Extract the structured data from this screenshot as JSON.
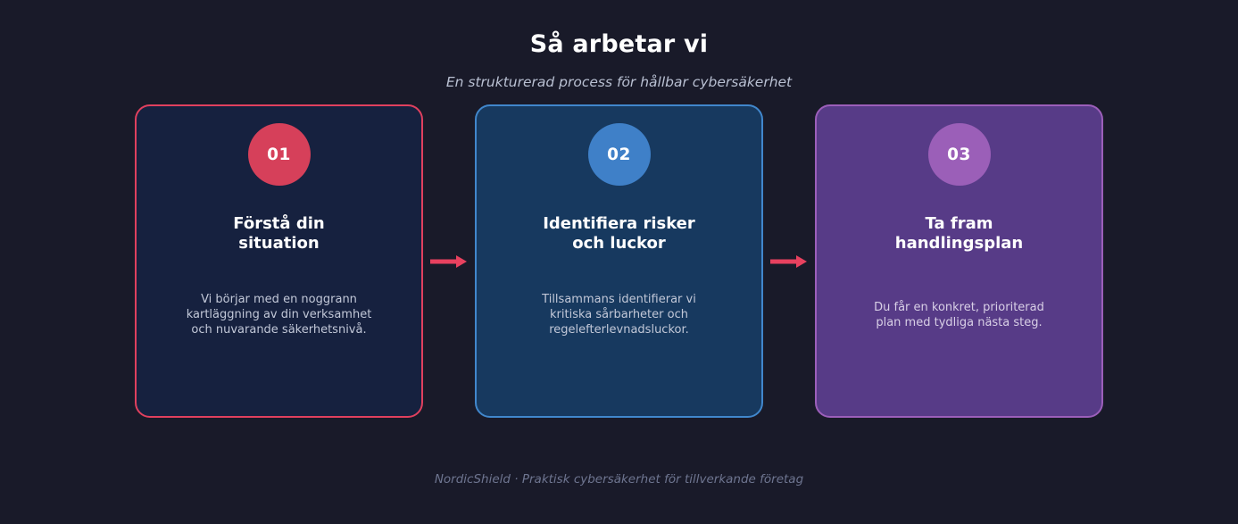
{
  "header": {
    "title": "Så arbetar vi",
    "subtitle": "En strukturerad process för hållbar cybersäkerhet"
  },
  "steps": [
    {
      "number": "01",
      "title": "Förstå din\nsituation",
      "description": "Vi börjar med en noggrann\nkartläggning av din verksamhet\noch nuvarande säkerhetsnivå.",
      "accent": "#d6405a",
      "border": "#e0405e",
      "background": "#16213f"
    },
    {
      "number": "02",
      "title": "Identifiera risker\noch luckor",
      "description": "Tillsammans identifierar vi\nkritiska sårbarheter och\nregelefterlevnadsluckor.",
      "accent": "#3f80c8",
      "border": "#4187cc",
      "background": "#17395f"
    },
    {
      "number": "03",
      "title": "Ta fram\nhandlingsplan",
      "description": "Du får en konkret, prioriterad\nplan med tydliga nästa steg.",
      "accent": "#9b5fb8",
      "border": "#9c5fba",
      "background": "#573b87"
    }
  ],
  "connectors": [
    {
      "icon": "arrow-right-icon",
      "color": "#e8415f"
    },
    {
      "icon": "arrow-right-icon",
      "color": "#e8415f"
    }
  ],
  "footer": {
    "text": "NordicShield · Praktisk cybersäkerhet för tillverkande företag"
  },
  "theme": {
    "page_background": "#191a29",
    "title_color": "#ffffff",
    "subtitle_color": "#b9c0d2",
    "body_color": "#c2c8d8",
    "footer_color": "#6e7590"
  }
}
